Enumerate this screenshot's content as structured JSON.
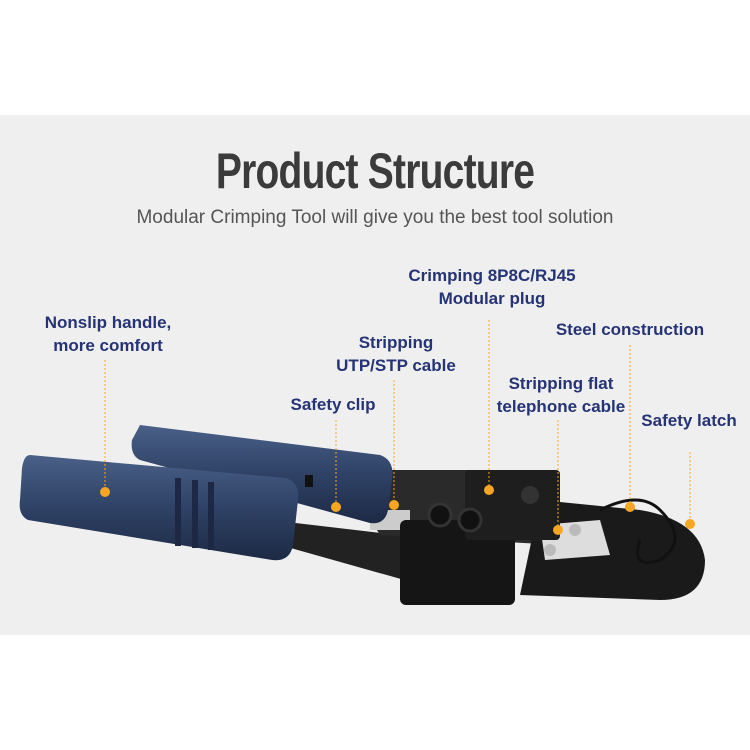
{
  "header": {
    "title": "Product Structure",
    "subtitle": "Modular Crimping Tool will give you the best tool solution"
  },
  "callouts": {
    "crimping": {
      "line1": "Crimping 8P8C/RJ45",
      "line2": "Modular plug"
    },
    "handle": {
      "line1": "Nonslip handle,",
      "line2": "more comfort"
    },
    "stripping_utp": {
      "line1": "Stripping",
      "line2": "UTP/STP cable"
    },
    "steel": {
      "line1": "Steel construction"
    },
    "stripping_flat": {
      "line1": "Stripping flat",
      "line2": "telephone cable"
    },
    "safety_clip": {
      "line1": "Safety clip"
    },
    "safety_latch": {
      "line1": "Safety latch"
    }
  },
  "colors": {
    "label": "#263375",
    "marker": "#f5a623",
    "handle": "#2f4266",
    "metal": "#1c1c1c"
  }
}
